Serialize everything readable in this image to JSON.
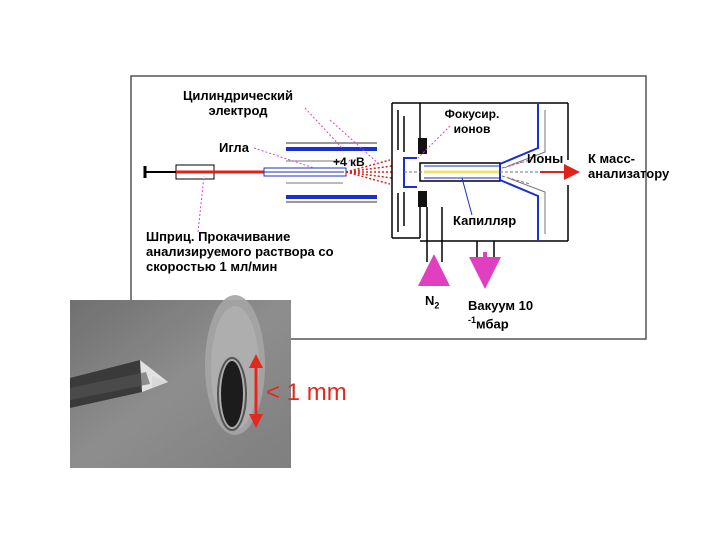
{
  "labels": {
    "electrode": "Цилиндрический электрод",
    "needle": "Игла",
    "voltage": "+4 кВ",
    "focus": "Фокусир. ионов",
    "ions": "Ионы",
    "mass_analyzer": "К масс-анализатору",
    "capillary": "Капилляр",
    "syringe": "Шприц. Прокачивание анализируемого раствора со скоростью 1 мл/мин",
    "n2_main": "N",
    "n2_sub": "2",
    "vacuum_line1": "Вакуум 10",
    "vacuum_exp": "-1",
    "vacuum_unit": "мбар",
    "scale": "< 1 mm"
  },
  "colors": {
    "red": "#e0201a",
    "blue": "#1a2fd0",
    "magenta": "#e040c0",
    "yellow": "#f0e070",
    "scale_red": "#e02a1e"
  }
}
